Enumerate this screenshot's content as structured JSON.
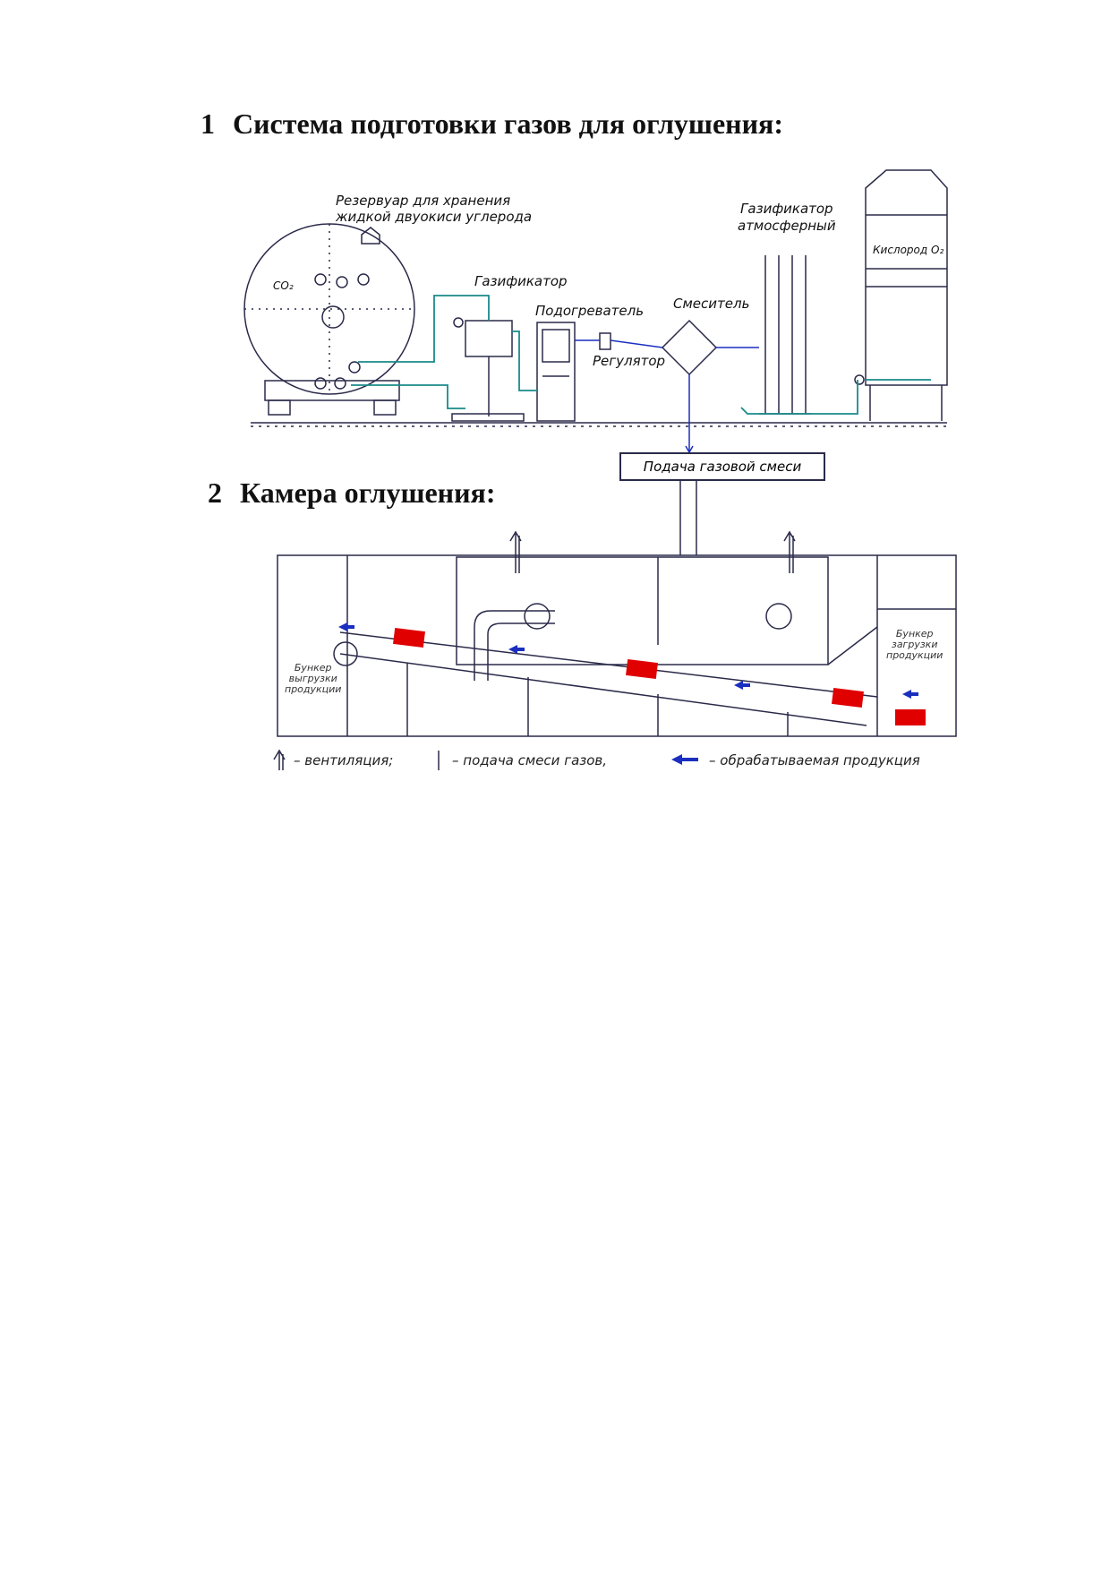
{
  "section1": {
    "number": "1",
    "title": "Система подготовки газов для оглушения:",
    "labels": {
      "reservoir": [
        "Резервуар для хранения",
        "жидкой двуокиси углерода"
      ],
      "co2": "CO₂",
      "gasifier": "Газификатор",
      "heater": "Подогреватель",
      "regulator": "Регулятор",
      "mixer": "Смеситель",
      "atm_gasifier": [
        "Газификатор",
        "атмосферный"
      ],
      "oxygen": "Кислород  O₂"
    },
    "feed_box": "Подача газовой смеси"
  },
  "section2": {
    "number": "2",
    "title": "Камера оглушения:",
    "labels": {
      "unload_bunker": [
        "Бункер",
        "выгрузки",
        "продукции"
      ],
      "load_bunker": [
        "Бункер",
        "загрузки",
        "продукции"
      ]
    }
  },
  "legend": {
    "ventilation": "– вентиляция;",
    "gas_feed": "– подача смеси газов,",
    "product": "– обрабатываемая продукция"
  },
  "colors": {
    "line": "#2a2a4a",
    "pipe": "#1a8a8a",
    "flow_arrow": "#1a2fbf",
    "product": "#e00000"
  }
}
